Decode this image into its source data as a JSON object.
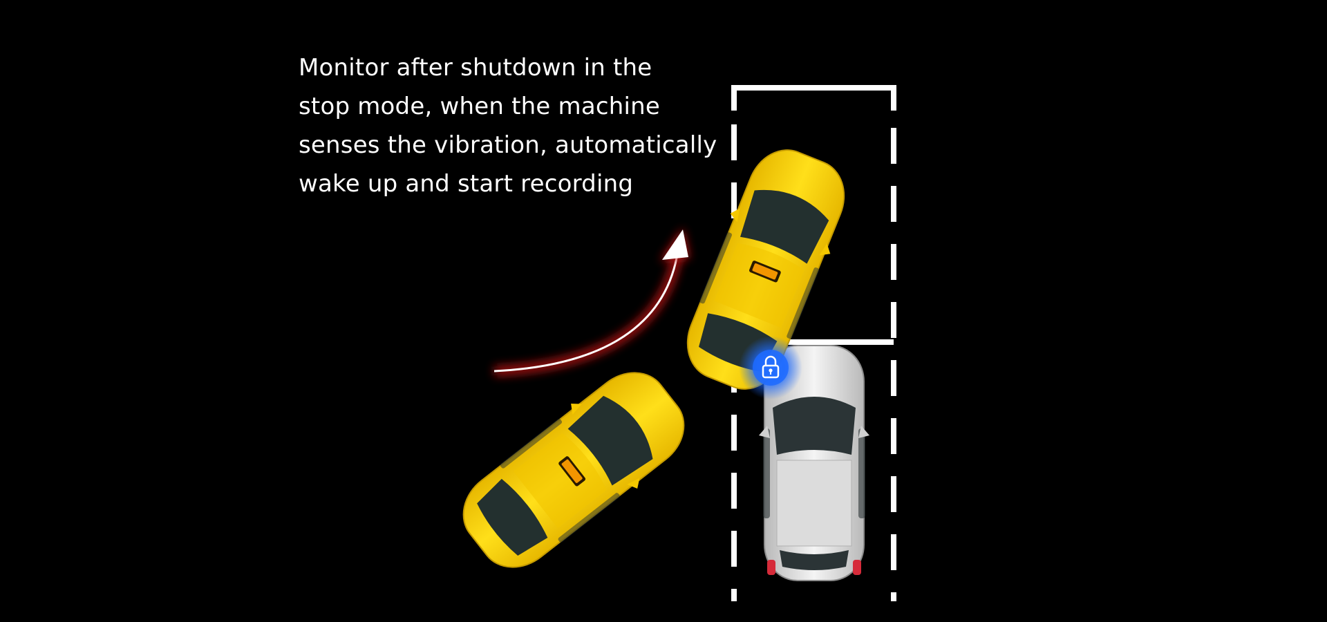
{
  "caption": {
    "lines": [
      "Monitor after shutdown in the",
      "stop mode, when the machine",
      "senses the vibration, automatically",
      "wake up and start recording"
    ]
  },
  "scene": {
    "background_color": "#000000",
    "taxi_color": "#FFD400",
    "parked_car_color": "#E6E6E6",
    "lane_color": "#FFFFFF",
    "lock_glow_color": "#1E6BFF",
    "arrow_glow_color": "#C41212",
    "icons": [
      "taxi-top-view",
      "parked-suv-top-view",
      "lock-icon",
      "curved-arrow"
    ]
  }
}
